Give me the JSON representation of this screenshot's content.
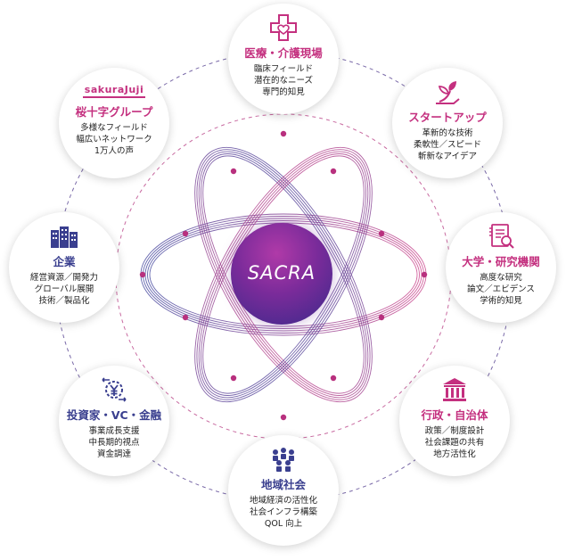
{
  "center": {
    "label": "SACRA"
  },
  "nodes": {
    "medical": {
      "title": "医療・介護現場",
      "lines": [
        "臨床フィールド",
        "潜在的なニーズ",
        "専門的知見"
      ],
      "icon": "medical-cross-heart-icon"
    },
    "startup": {
      "title": "スタートアップ",
      "lines": [
        "革新的な技術",
        "柔軟性／スピード",
        "斬新なアイデア"
      ],
      "icon": "sprout-hand-icon"
    },
    "university": {
      "title": "大学・研究機関",
      "lines": [
        "高度な研究",
        "論文／エビデンス",
        "学術的知見"
      ],
      "icon": "research-document-icon"
    },
    "government": {
      "title": "行政・自治体",
      "lines": [
        "政策／制度設計",
        "社会課題の共有",
        "地方活性化"
      ],
      "icon": "government-building-icon"
    },
    "community": {
      "title": "地域社会",
      "lines": [
        "地域経済の活性化",
        "社会インフラ構築",
        "QOL 向上"
      ],
      "icon": "people-group-icon"
    },
    "investor": {
      "title": "投資家・VC・金融",
      "lines": [
        "事業成長支援",
        "中長期的視点",
        "資金調達"
      ],
      "icon": "yen-gear-icon"
    },
    "enterprise": {
      "title": "企業",
      "lines": [
        "経営資源／開発力",
        "グローバル展開",
        "技術／製品化"
      ],
      "icon": "office-buildings-icon"
    },
    "sakura": {
      "title": "桜十字グループ",
      "lines": [
        "多様なフィールド",
        "幅広いネットワーク",
        "1万人の声"
      ],
      "brand": "sakuraJuji"
    }
  },
  "colors": {
    "magenta": "#c4307f",
    "navy": "#3a3f8f",
    "orb": "#7a2b9a"
  }
}
